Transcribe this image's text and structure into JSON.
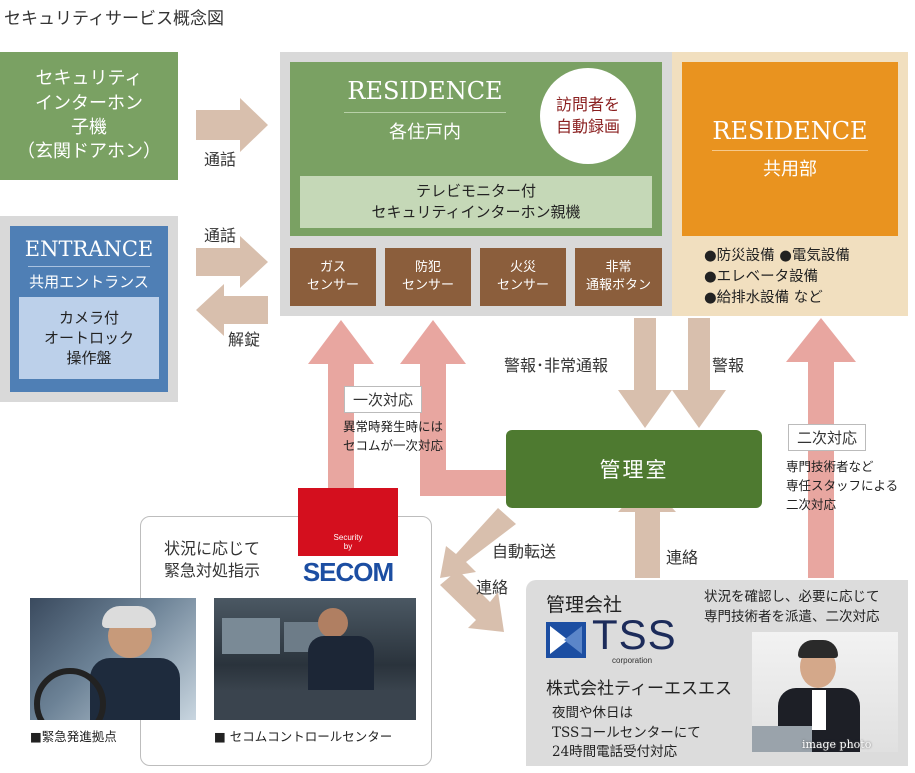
{
  "title": "セキュリティサービス概念図",
  "intercom_child": {
    "lines": [
      "セキュリティ",
      "インターホン",
      "子機",
      "（玄関ドアホン）"
    ]
  },
  "entrance": {
    "title": "ENTRANCE",
    "subtitle": "共用エントランス",
    "panel_lines": [
      "カメラ付",
      "オートロック",
      "操作盤"
    ]
  },
  "residence_unit": {
    "title": "RESIDENCE",
    "subtitle": "各住戸内",
    "record_badge": [
      "訪問者を",
      "自動録画"
    ],
    "monitor_lines": [
      "テレビモニター付",
      "セキュリティインターホン親機"
    ],
    "sensors": [
      [
        "ガス",
        "センサー"
      ],
      [
        "防犯",
        "センサー"
      ],
      [
        "火災",
        "センサー"
      ],
      [
        "非常",
        "通報ボタン"
      ]
    ]
  },
  "residence_common": {
    "title": "RESIDENCE",
    "subtitle": "共用部",
    "equipment": [
      "●防災設備 ●電気設備",
      "●エレベータ設備",
      "●給排水設備 など"
    ]
  },
  "arrow_labels": {
    "call_1": "通話",
    "call_2": "通話",
    "unlock": "解錠",
    "alarm_emergency": "警報･非常通報",
    "alarm": "警報",
    "auto_transfer": "自動転送",
    "contact_1": "連絡",
    "contact_2": "連絡"
  },
  "first_response": {
    "label": "一次対応",
    "note": [
      "異常時発生時には",
      "セコムが一次対応"
    ]
  },
  "second_response": {
    "label": "二次対応",
    "note": [
      "専門技術者など",
      "専任スタッフによる",
      "二次対応"
    ]
  },
  "management_room": "管理室",
  "secom": {
    "small_text": [
      "Security",
      "by"
    ],
    "logo": "SECOM"
  },
  "secom_box": {
    "instruction": [
      "状況に応じて",
      "緊急対処指示"
    ],
    "caption_dispatch": "■緊急発進拠点",
    "caption_control": "■ セコムコントロールセンター"
  },
  "management_company": {
    "heading": "管理会社",
    "logo": "TSS",
    "logo_sub": "corporation",
    "name": "株式会社ティーエスエス",
    "note_top": [
      "状況を確認し、必要に応じて",
      "専門技術者を派遣、二次対応"
    ],
    "note_bottom": [
      "夜間や休日は",
      "TSSコールセンターにて",
      "24時間電話受付対応"
    ],
    "photo_caption": "image photo"
  },
  "colors": {
    "arrow_tan": "#d8bfad",
    "arrow_pink": "#e8a6a0",
    "green": "#7aa163",
    "orange": "#e9931f",
    "blue": "#4f7fb5",
    "secom_red": "#d40f1e",
    "secom_blue": "#1c4ea2"
  }
}
